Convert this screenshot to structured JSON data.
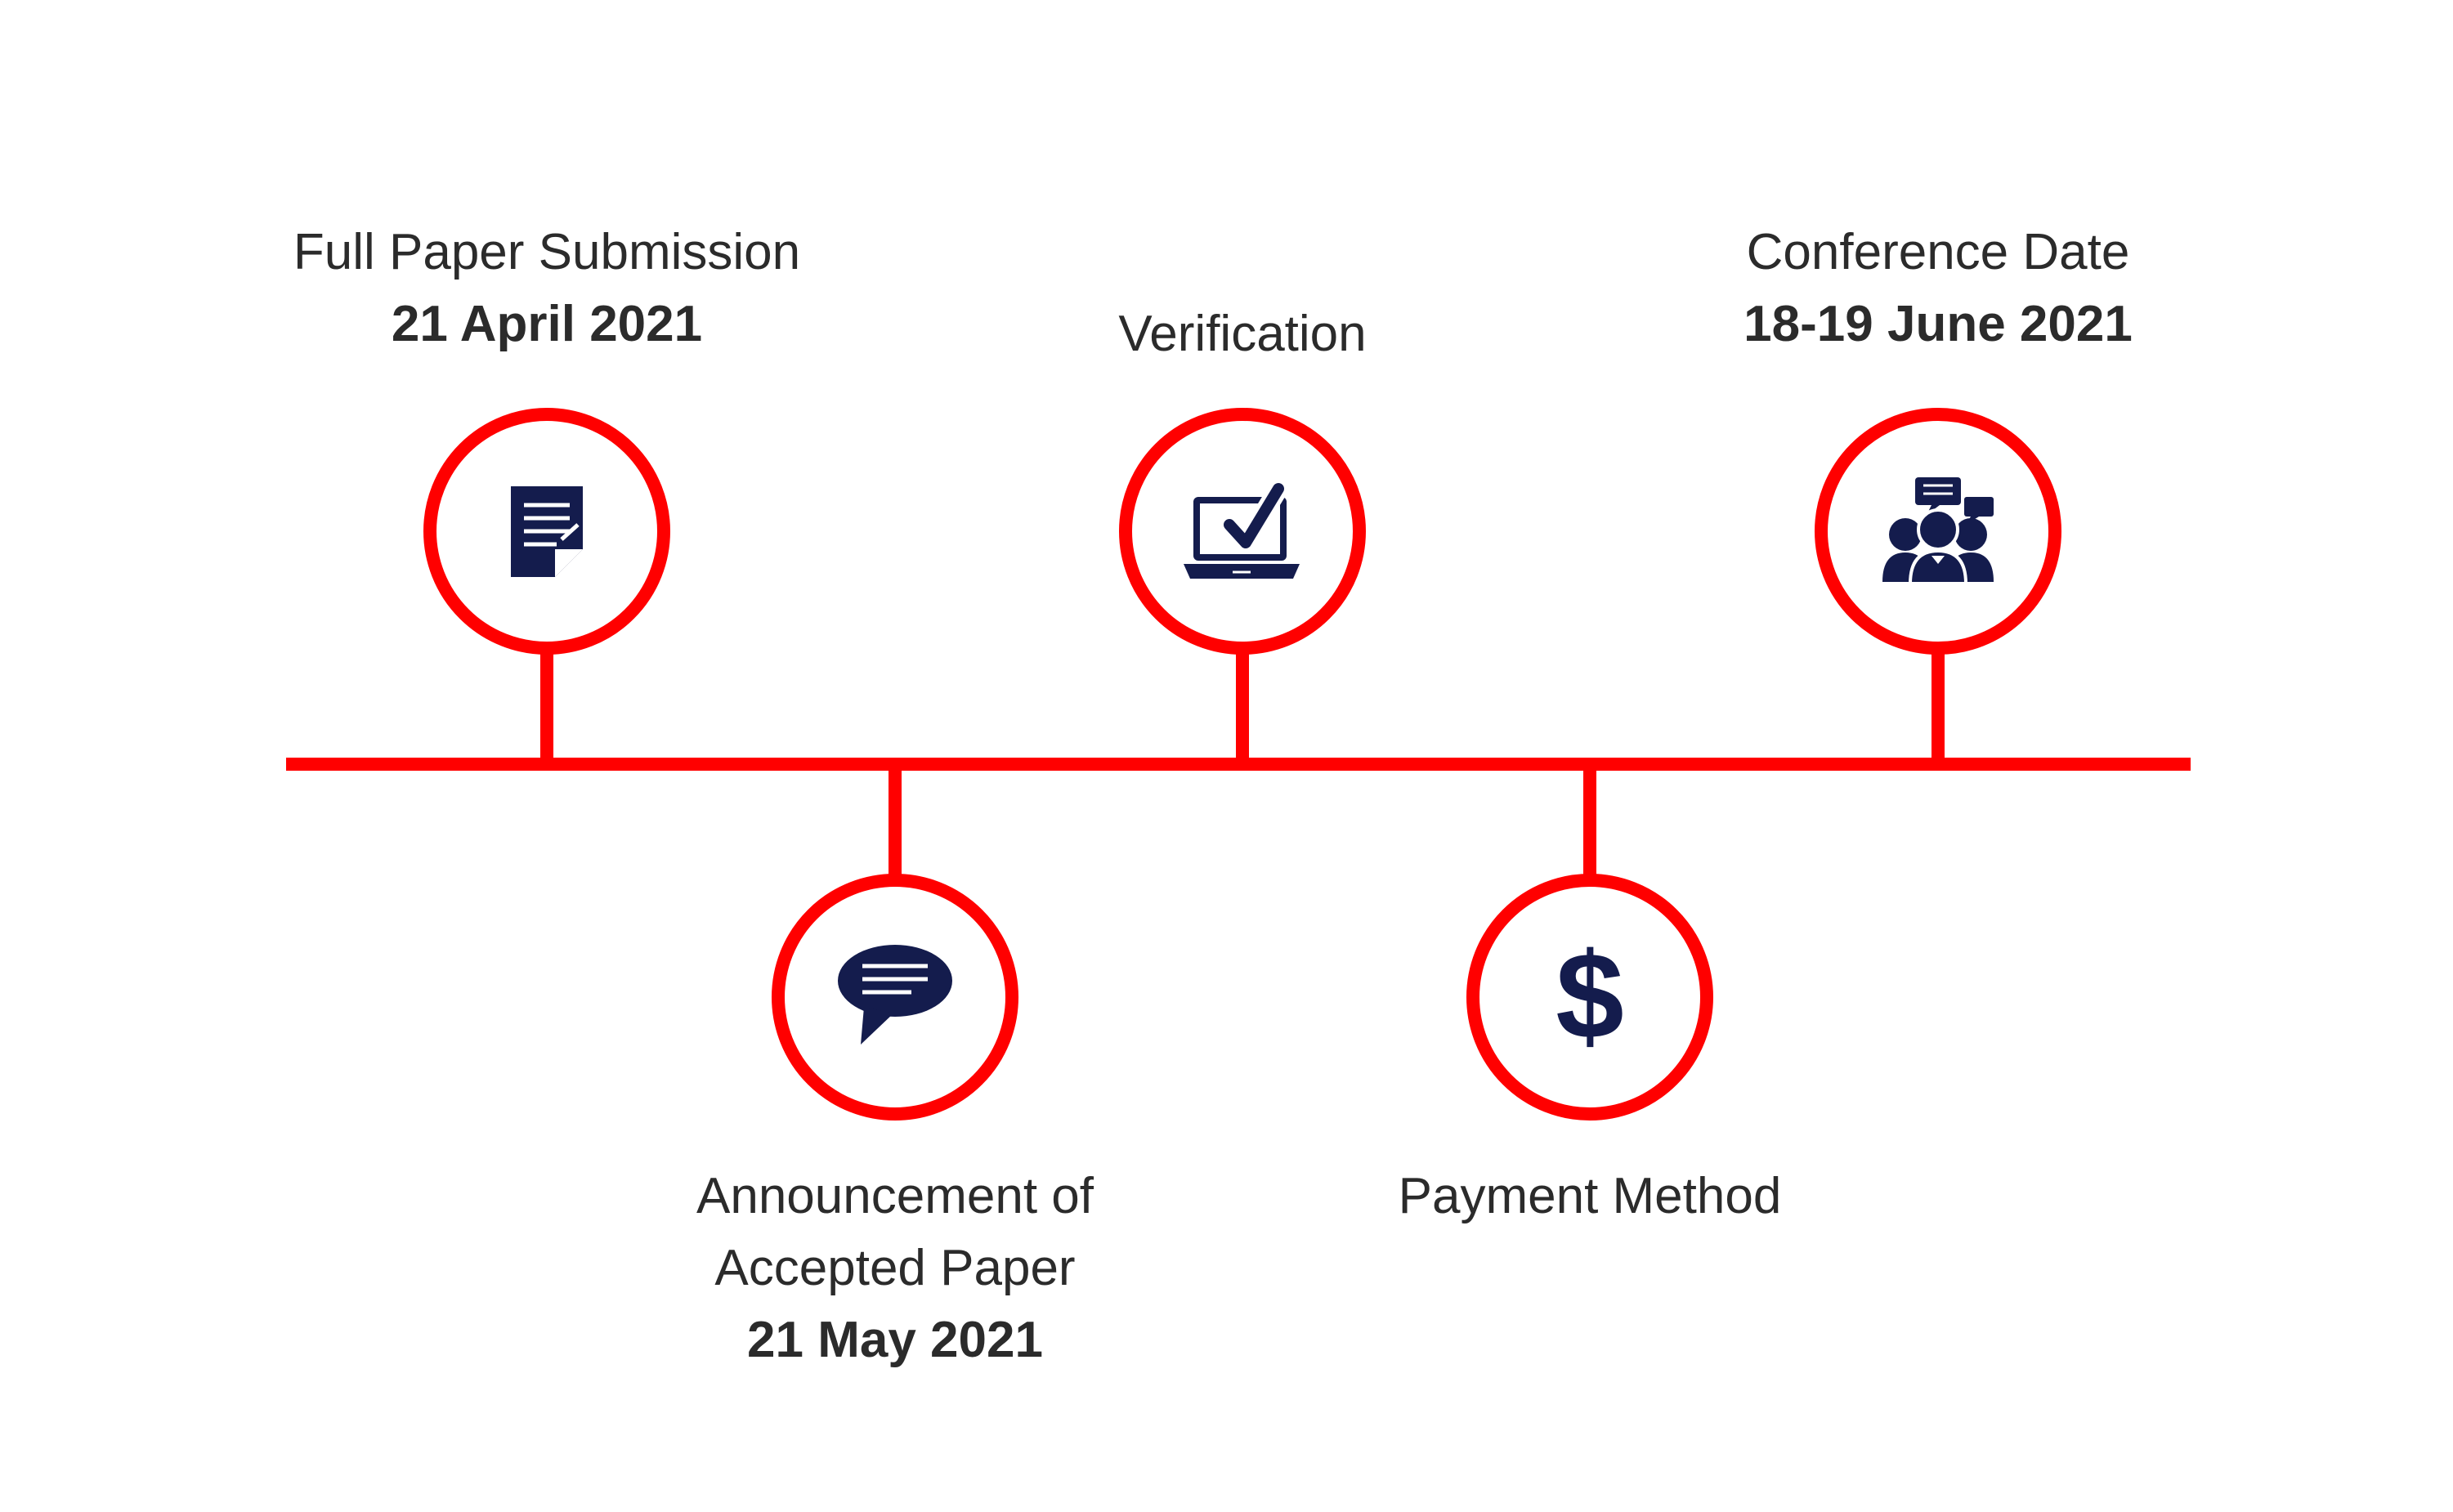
{
  "colors": {
    "line": "#ff0000",
    "icon": "#141c4d",
    "text": "#2b2b2b",
    "background": "#ffffff"
  },
  "milestones": [
    {
      "id": "full-paper-submission",
      "position": "above",
      "icon": "document-icon",
      "title_lines": [
        "Full Paper Submission"
      ],
      "date": "21 April 2021"
    },
    {
      "id": "announcement",
      "position": "below",
      "icon": "speech-bubble-icon",
      "title_lines": [
        "Announcement of",
        "Accepted Paper"
      ],
      "date": "21 May 2021"
    },
    {
      "id": "verification",
      "position": "above",
      "icon": "laptop-check-icon",
      "title_lines": [
        "Verification"
      ],
      "date": ""
    },
    {
      "id": "payment-method",
      "position": "below",
      "icon": "dollar-icon",
      "title_lines": [
        "Payment Method"
      ],
      "date": ""
    },
    {
      "id": "conference-date",
      "position": "above",
      "icon": "audience-icon",
      "title_lines": [
        "Conference Date"
      ],
      "date": "18-19 June 2021"
    }
  ]
}
